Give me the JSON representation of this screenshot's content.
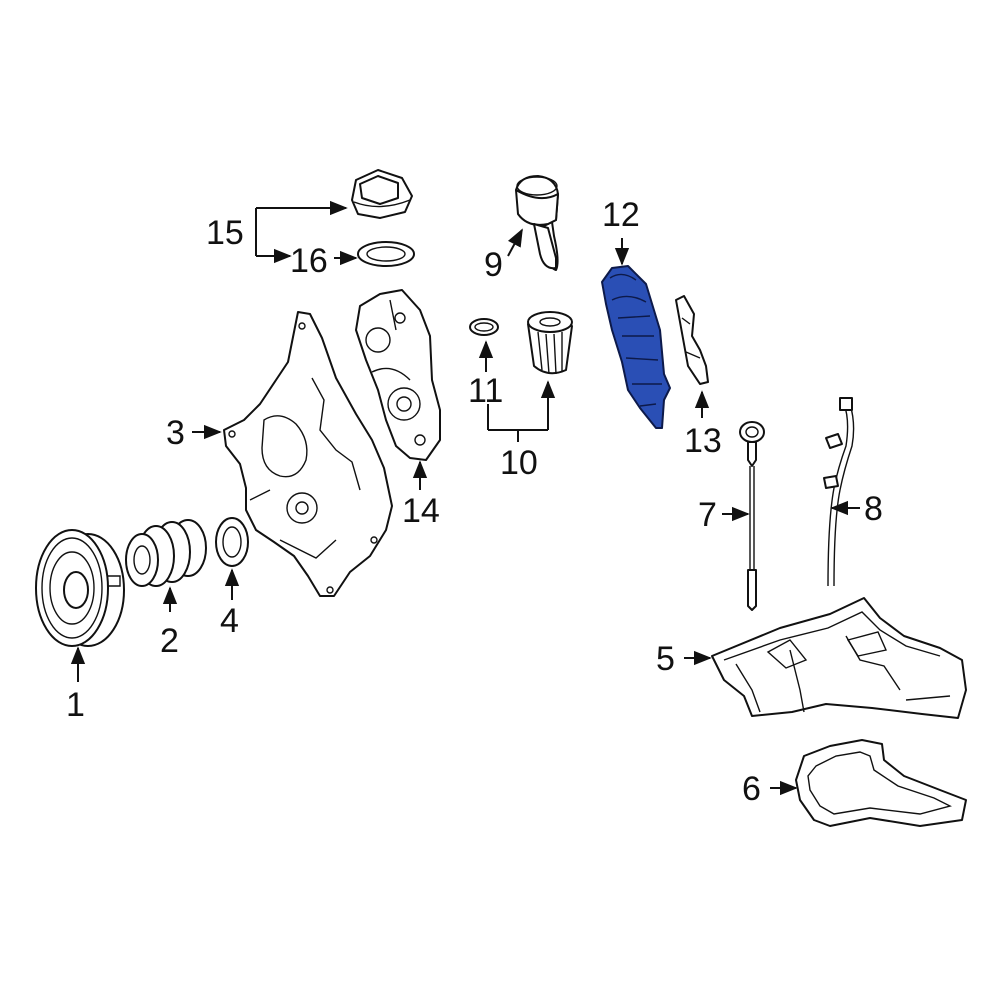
{
  "colors": {
    "line": "#111111",
    "background": "#ffffff",
    "highlight": "#2a4fb5"
  },
  "highlighted_part": "12",
  "callouts": [
    {
      "num": "1",
      "part": "crankshaft-pulley"
    },
    {
      "num": "2",
      "part": "vibration-damper"
    },
    {
      "num": "3",
      "part": "timing-cover"
    },
    {
      "num": "4",
      "part": "front-seal"
    },
    {
      "num": "5",
      "part": "oil-pan"
    },
    {
      "num": "6",
      "part": "oil-pan-gasket"
    },
    {
      "num": "7",
      "part": "dipstick"
    },
    {
      "num": "8",
      "part": "dipstick-tube"
    },
    {
      "num": "9",
      "part": "oil-filter-housing-cap"
    },
    {
      "num": "10",
      "part": "oil-filter"
    },
    {
      "num": "11",
      "part": "o-ring"
    },
    {
      "num": "12",
      "part": "oil-cooler"
    },
    {
      "num": "13",
      "part": "oil-cooler-gasket"
    },
    {
      "num": "14",
      "part": "timing-cover-gasket"
    },
    {
      "num": "15",
      "part": "oil-filler-cap"
    },
    {
      "num": "16",
      "part": "filler-cap-seal"
    }
  ]
}
